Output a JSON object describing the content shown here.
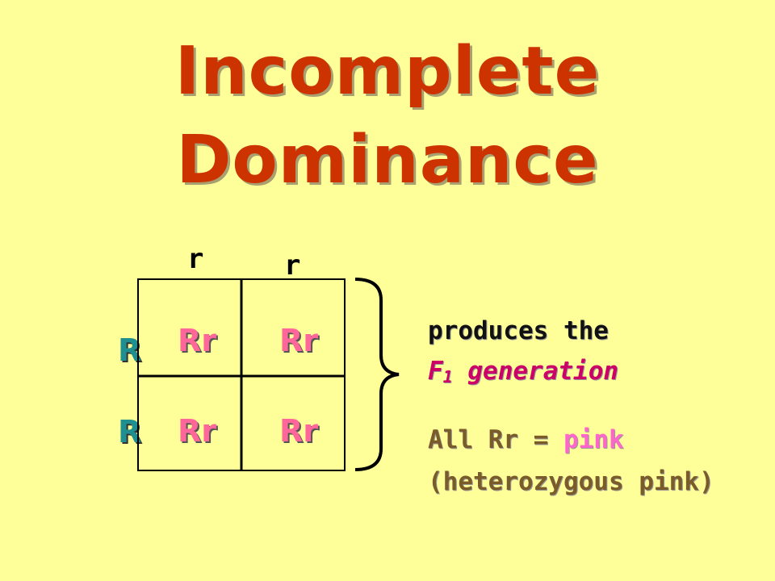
{
  "title": {
    "line1": "Incomplete",
    "line2": "Dominance"
  },
  "punnett": {
    "column_alleles": [
      "r",
      "r"
    ],
    "row_alleles": [
      "R",
      "R"
    ],
    "cells": [
      [
        "Rr",
        "Rr"
      ],
      [
        "Rr",
        "Rr"
      ]
    ]
  },
  "explanation": {
    "line1": "produces the",
    "f_label": "F",
    "f_subscript": "1",
    "f_rest": " generation",
    "result_prefix": "All Rr = ",
    "result_color": "pink",
    "result_detail": "(heterozygous pink)"
  },
  "colors": {
    "background": "#FFFF99",
    "title": "#CC3300",
    "row_allele": "#1F8F8F",
    "cell_genotype": "#FF6699",
    "f1_text": "#CC0066",
    "result_text": "#7A5C2A",
    "pink_text": "#FF66CC"
  }
}
